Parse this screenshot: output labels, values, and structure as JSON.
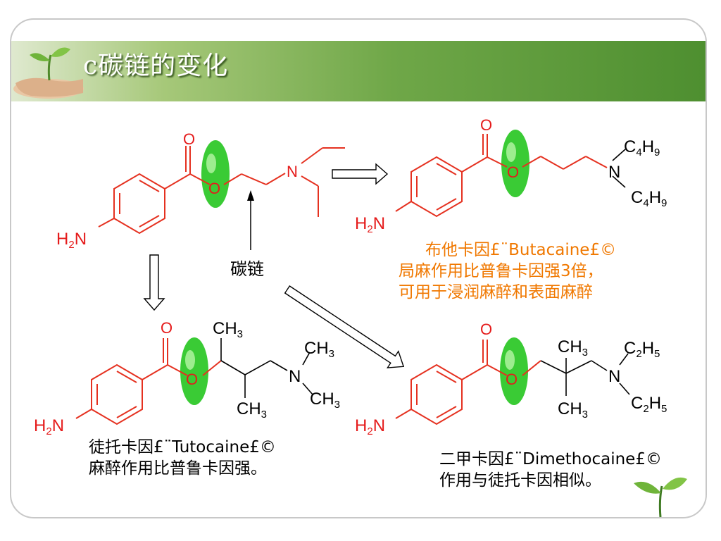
{
  "slide": {
    "title": "c碳链的变化"
  },
  "colors": {
    "bond": "#e53120",
    "atom": "#e51b1b",
    "highlight": "#2fc82a",
    "butacaine_text": "#f07800",
    "header_green": "#5e9c3b"
  },
  "icons": [
    "hand-seedling-icon",
    "seedling-icon",
    "hollow-arrow-icon"
  ],
  "labels": {
    "carbon_chain": "碳链"
  },
  "atoms": {
    "O": "O",
    "N": "N",
    "H2N": "H2N",
    "CH3": "CH3",
    "C4H9": "C4H9",
    "C2H5": "C2H5"
  },
  "captions": {
    "butacaine": {
      "line1": "布他卡因£¨Butacaine£©",
      "line2": "局麻作用比普鲁卡因强3倍，",
      "line3": "可用于浸润麻醉和表面麻醉"
    },
    "tutocaine": {
      "line1": "徒托卡因£¨Tutocaine£©",
      "line2": "麻醉作用比普鲁卡因强。"
    },
    "dimethocaine": {
      "line1": "二甲卡因£¨Dimethocaine£©",
      "line2": "作用与徒托卡因相似。"
    }
  }
}
